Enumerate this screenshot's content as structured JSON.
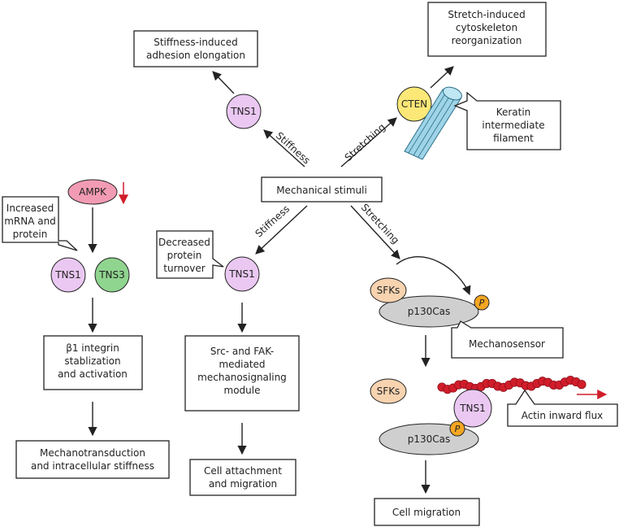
{
  "center": "Mechanical stimuli",
  "edges": {
    "stiffness_up": "Stiffness",
    "stretching_up": "Stretching",
    "stiffness_down": "Stiffness",
    "stretching_down": "Stretching"
  },
  "top_left": {
    "box": [
      "Stiffness-induced",
      "adhesion elongation"
    ],
    "node": "TNS1"
  },
  "top_right": {
    "box": [
      "Stretch-induced",
      "cytoskeleton",
      "reorganization"
    ],
    "node": "CTEN",
    "callout": [
      "Keratin",
      "intermediate",
      "filament"
    ]
  },
  "left": {
    "ampk": "AMPK",
    "callout": [
      "Increased",
      "mRNA and",
      "protein"
    ],
    "tns1": "TNS1",
    "tns3": "TNS3",
    "box1": [
      "β1 integrin",
      "stablization",
      "and activation"
    ],
    "box2": [
      "Mechanotransduction",
      "and intracellular stiffness"
    ]
  },
  "middle": {
    "callout": [
      "Decreased",
      "protein",
      "turnover"
    ],
    "tns1": "TNS1",
    "box1": [
      "Src- and FAK-",
      "mediated",
      "mechanosignaling",
      "module"
    ],
    "box2": [
      "Cell attachment",
      "and migration"
    ]
  },
  "right": {
    "sfks1": "SFKs",
    "p130_1": "p130Cas",
    "p_badge": "P",
    "mechanosensor": "Mechanosensor",
    "sfks2": "SFKs",
    "tns1": "TNS1",
    "p130_2": "p130Cas",
    "actin": "Actin inward flux",
    "box": "Cell migration"
  },
  "colors": {
    "tns1": "#eac8f2",
    "tns3": "#8fd48f",
    "ampk": "#f29bb5",
    "cten": "#fbe877",
    "sfks": "#f8d3b0",
    "p130": "#cfcfcf",
    "p_badge": "#f5a623",
    "actin": "#d11d2a",
    "filament": "#9fd4e8",
    "red_arrow": "#d11d2a"
  }
}
